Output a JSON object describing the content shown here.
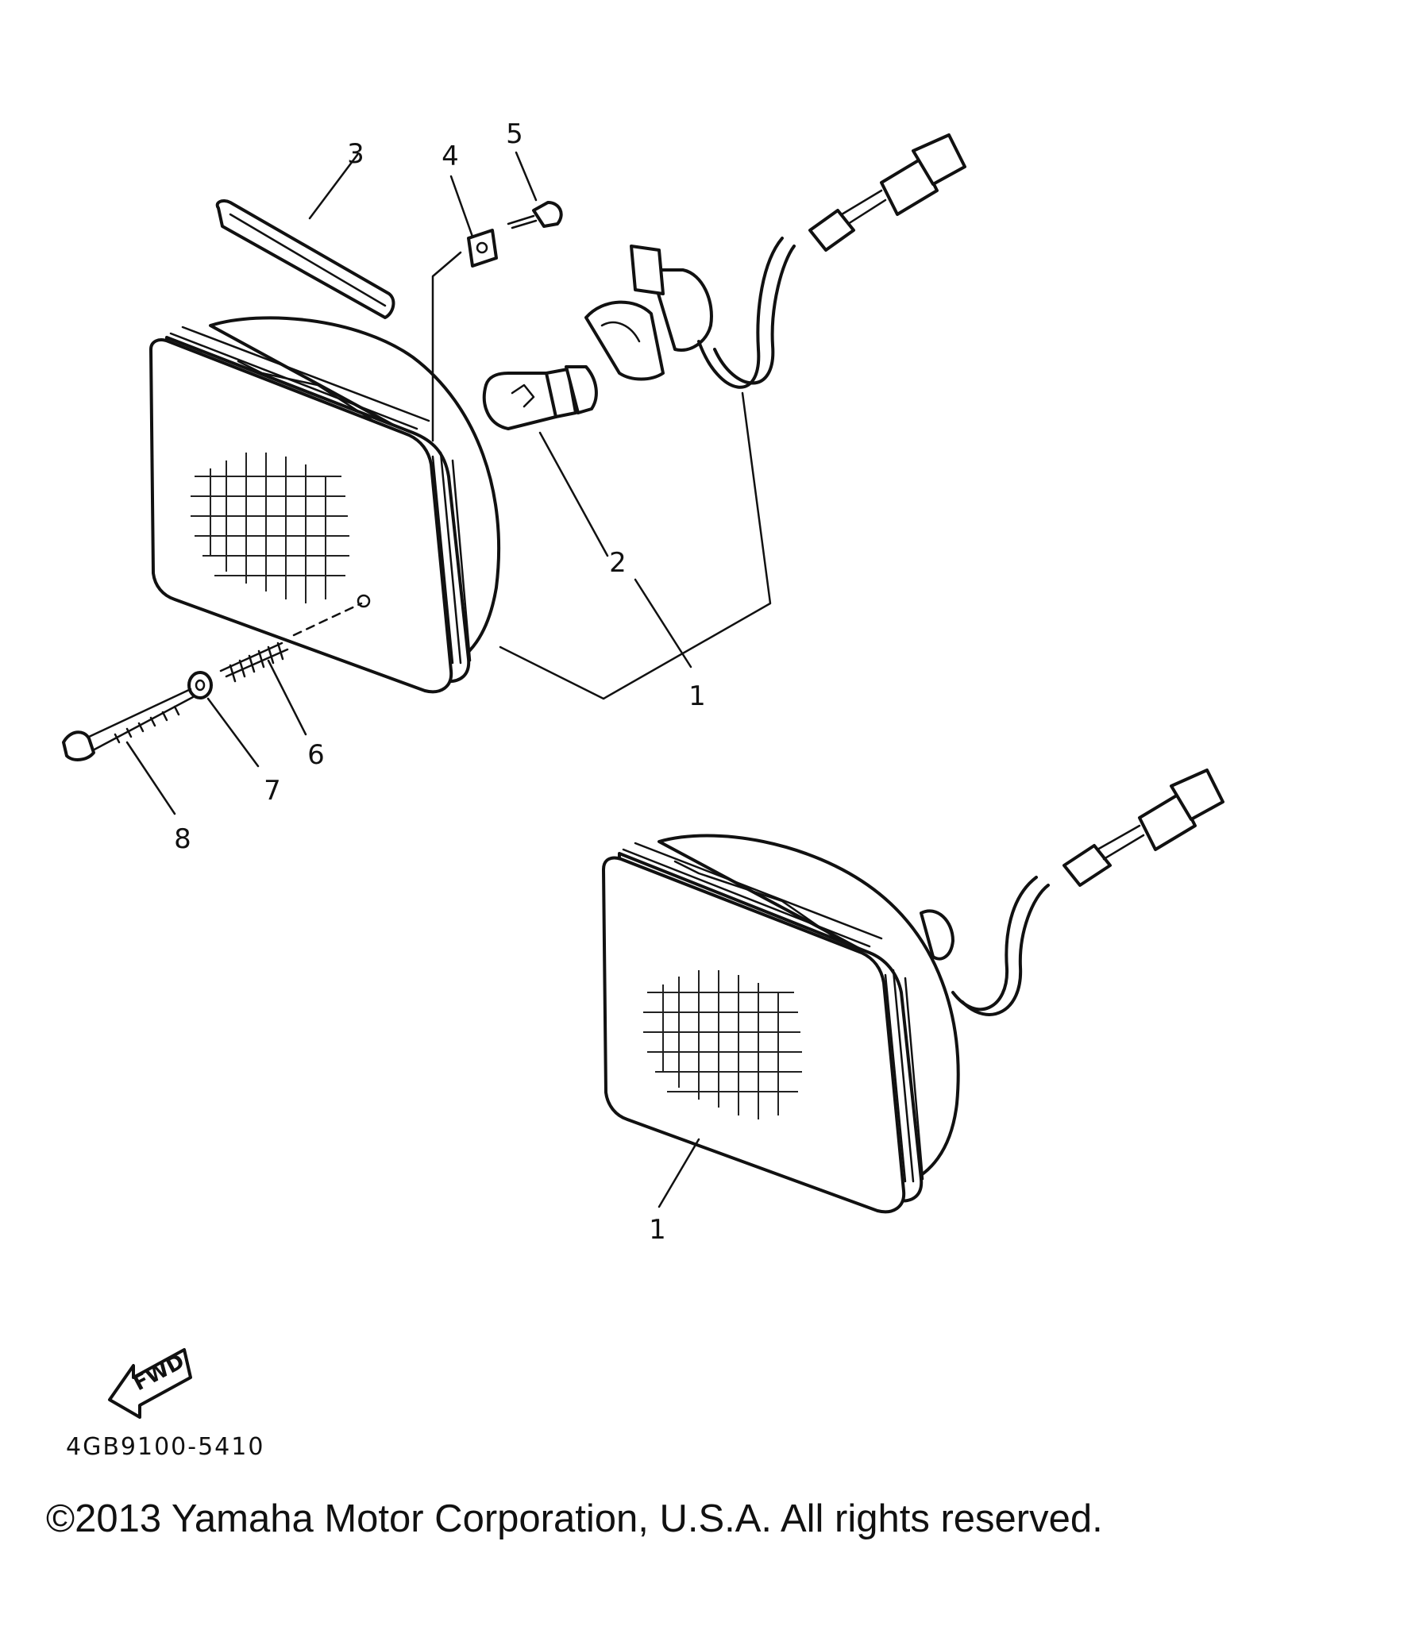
{
  "callouts": {
    "c1a": "1",
    "c1b": "1",
    "c2": "2",
    "c3": "3",
    "c4": "4",
    "c5": "5",
    "c6": "6",
    "c7": "7",
    "c8": "8"
  },
  "fwd_label": "FWD",
  "diagram_code": "4GB9100-5410",
  "copyright": "©2013 Yamaha Motor Corporation, U.S.A. All rights reserved."
}
